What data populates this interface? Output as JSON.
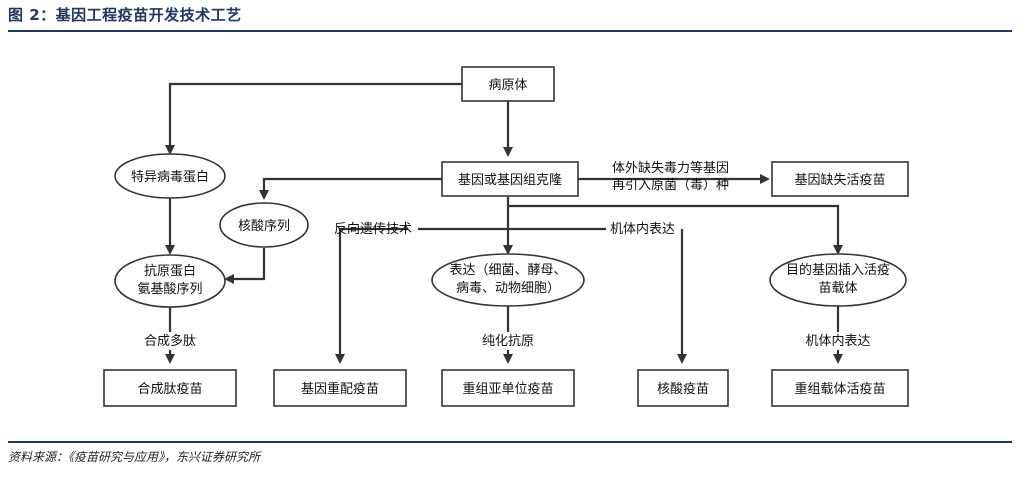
{
  "header": {
    "title": "图 2：基因工程疫苗开发技术工艺"
  },
  "footer": {
    "source": "资料来源：《疫苗研究与应用》，东兴证券研究所"
  },
  "nodes": {
    "pathogen": "病原体",
    "specific_protein": "特异病毒蛋白",
    "gene_clone": "基因或基因组克隆",
    "gene_deleted_vaccine": "基因缺失活疫苗",
    "nucleic_seq": "核酸序列",
    "antigen_aa_1": "抗原蛋白",
    "antigen_aa_2": "氨基酸序列",
    "expression_1": "表达（细菌、酵母、",
    "expression_2": "病毒、动物细胞）",
    "vector_insert_1": "目的基因插入活疫",
    "vector_insert_2": "苗载体",
    "peptide_vaccine": "合成肽疫苗",
    "gene_reassort_vaccine": "基因重配疫苗",
    "subunit_vaccine": "重组亚单位疫苗",
    "nucleic_vaccine": "核酸疫苗",
    "vector_live_vaccine": "重组载体活疫苗"
  },
  "edges": {
    "delete_gene_1": "体外缺失毒力等基因",
    "delete_gene_2": "再引入原菌（毒）种",
    "reverse_genetics": "反向遗传技术",
    "in_vivo_expr_1": "机体内表达",
    "synth_peptide": "合成多肽",
    "purify_antigen": "纯化抗原",
    "in_vivo_expr_2": "机体内表达"
  }
}
